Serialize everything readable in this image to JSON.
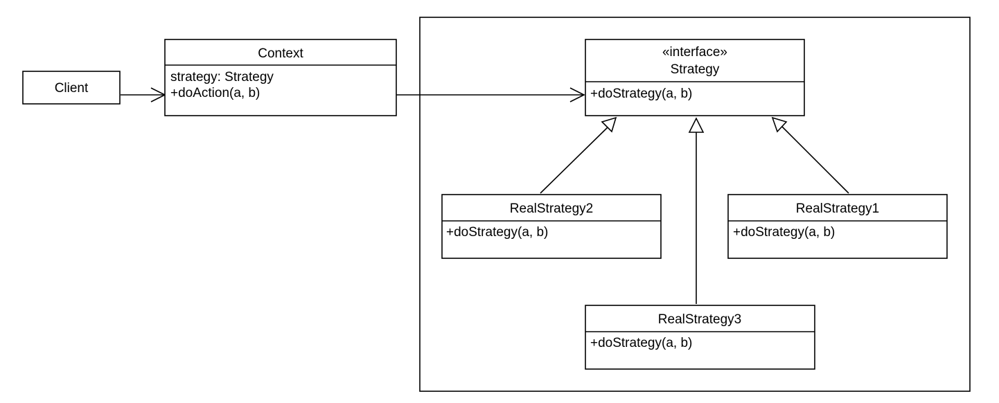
{
  "diagram": {
    "client": {
      "label": "Client"
    },
    "context": {
      "name": "Context",
      "members": [
        "strategy: Strategy",
        "+doAction(a, b)"
      ]
    },
    "strategy": {
      "stereotype": "«interface»",
      "name": "Strategy",
      "members": [
        "+doStrategy(a, b)"
      ]
    },
    "real_strategy_2": {
      "name": "RealStrategy2",
      "members": [
        "+doStrategy(a, b)"
      ]
    },
    "real_strategy_1": {
      "name": "RealStrategy1",
      "members": [
        "+doStrategy(a, b)"
      ]
    },
    "real_strategy_3": {
      "name": "RealStrategy3",
      "members": [
        "+doStrategy(a, b)"
      ]
    },
    "relations": [
      {
        "from": "Client",
        "to": "Context",
        "kind": "association"
      },
      {
        "from": "Context",
        "to": "Strategy",
        "kind": "association"
      },
      {
        "from": "RealStrategy2",
        "to": "Strategy",
        "kind": "realization"
      },
      {
        "from": "RealStrategy3",
        "to": "Strategy",
        "kind": "realization"
      },
      {
        "from": "RealStrategy1",
        "to": "Strategy",
        "kind": "realization"
      }
    ]
  }
}
